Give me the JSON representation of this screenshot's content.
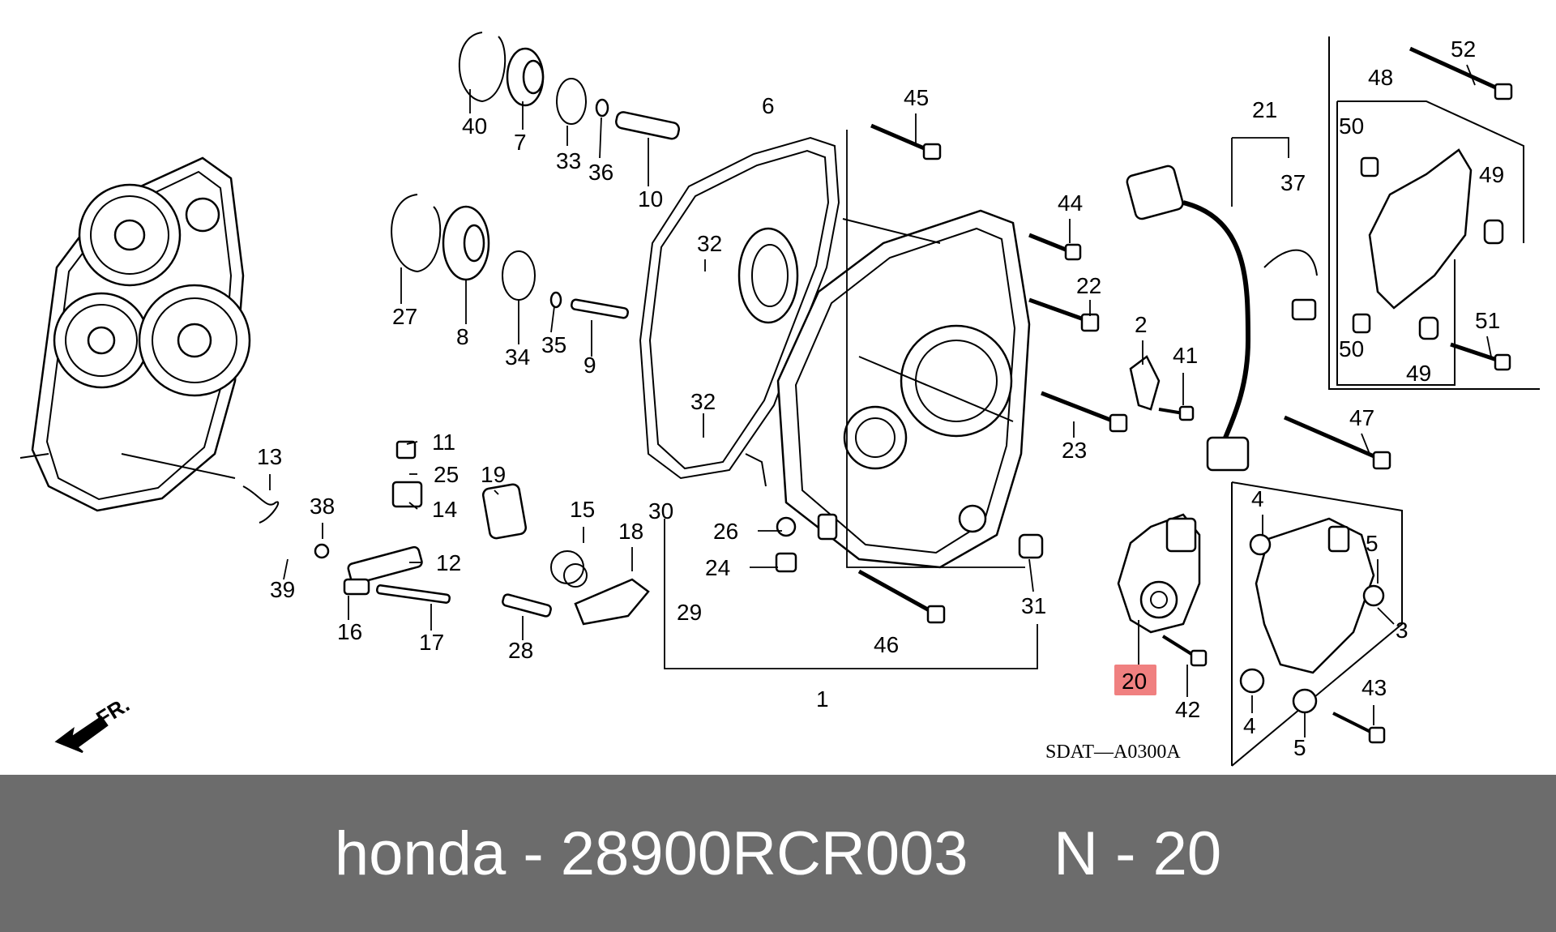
{
  "diagram": {
    "drawing_code": "SDAT—A0300A",
    "front_marker": "FR.",
    "highlight_color": "#f08080",
    "callouts": [
      {
        "id": "c52",
        "label": "52"
      },
      {
        "id": "c48",
        "label": "48"
      },
      {
        "id": "c50a",
        "label": "50"
      },
      {
        "id": "c49a",
        "label": "49"
      },
      {
        "id": "c50b",
        "label": "50"
      },
      {
        "id": "c49b",
        "label": "49"
      },
      {
        "id": "c51",
        "label": "51"
      },
      {
        "id": "c21",
        "label": "21"
      },
      {
        "id": "c37",
        "label": "37"
      },
      {
        "id": "c47",
        "label": "47"
      },
      {
        "id": "c45",
        "label": "45"
      },
      {
        "id": "c44",
        "label": "44"
      },
      {
        "id": "c22",
        "label": "22"
      },
      {
        "id": "c2",
        "label": "2"
      },
      {
        "id": "c41",
        "label": "41"
      },
      {
        "id": "c23",
        "label": "23"
      },
      {
        "id": "c6",
        "label": "6"
      },
      {
        "id": "c40",
        "label": "40"
      },
      {
        "id": "c7",
        "label": "7"
      },
      {
        "id": "c33",
        "label": "33"
      },
      {
        "id": "c36",
        "label": "36"
      },
      {
        "id": "c10",
        "label": "10"
      },
      {
        "id": "c27",
        "label": "27"
      },
      {
        "id": "c8",
        "label": "8"
      },
      {
        "id": "c34",
        "label": "34"
      },
      {
        "id": "c35",
        "label": "35"
      },
      {
        "id": "c9",
        "label": "9"
      },
      {
        "id": "c32a",
        "label": "32"
      },
      {
        "id": "c32b",
        "label": "32"
      },
      {
        "id": "c30",
        "label": "30"
      },
      {
        "id": "c29",
        "label": "29"
      },
      {
        "id": "c26",
        "label": "26"
      },
      {
        "id": "c24",
        "label": "24"
      },
      {
        "id": "c1",
        "label": "1"
      },
      {
        "id": "c46",
        "label": "46"
      },
      {
        "id": "c31",
        "label": "31"
      },
      {
        "id": "c11",
        "label": "11"
      },
      {
        "id": "c25",
        "label": "25"
      },
      {
        "id": "c14",
        "label": "14"
      },
      {
        "id": "c19",
        "label": "19"
      },
      {
        "id": "c15",
        "label": "15"
      },
      {
        "id": "c18",
        "label": "18"
      },
      {
        "id": "c13",
        "label": "13"
      },
      {
        "id": "c38",
        "label": "38"
      },
      {
        "id": "c12",
        "label": "12"
      },
      {
        "id": "c39",
        "label": "39"
      },
      {
        "id": "c16",
        "label": "16"
      },
      {
        "id": "c17",
        "label": "17"
      },
      {
        "id": "c28",
        "label": "28"
      },
      {
        "id": "c4a",
        "label": "4"
      },
      {
        "id": "c5a",
        "label": "5"
      },
      {
        "id": "c3",
        "label": "3"
      },
      {
        "id": "c4b",
        "label": "4"
      },
      {
        "id": "c5b",
        "label": "5"
      },
      {
        "id": "c43",
        "label": "43"
      },
      {
        "id": "c42",
        "label": "42"
      },
      {
        "id": "c20",
        "label": "20"
      }
    ]
  },
  "caption": {
    "brand": "honda",
    "part_number": "28900RCR003",
    "separator": " - ",
    "item": "N - 20"
  }
}
